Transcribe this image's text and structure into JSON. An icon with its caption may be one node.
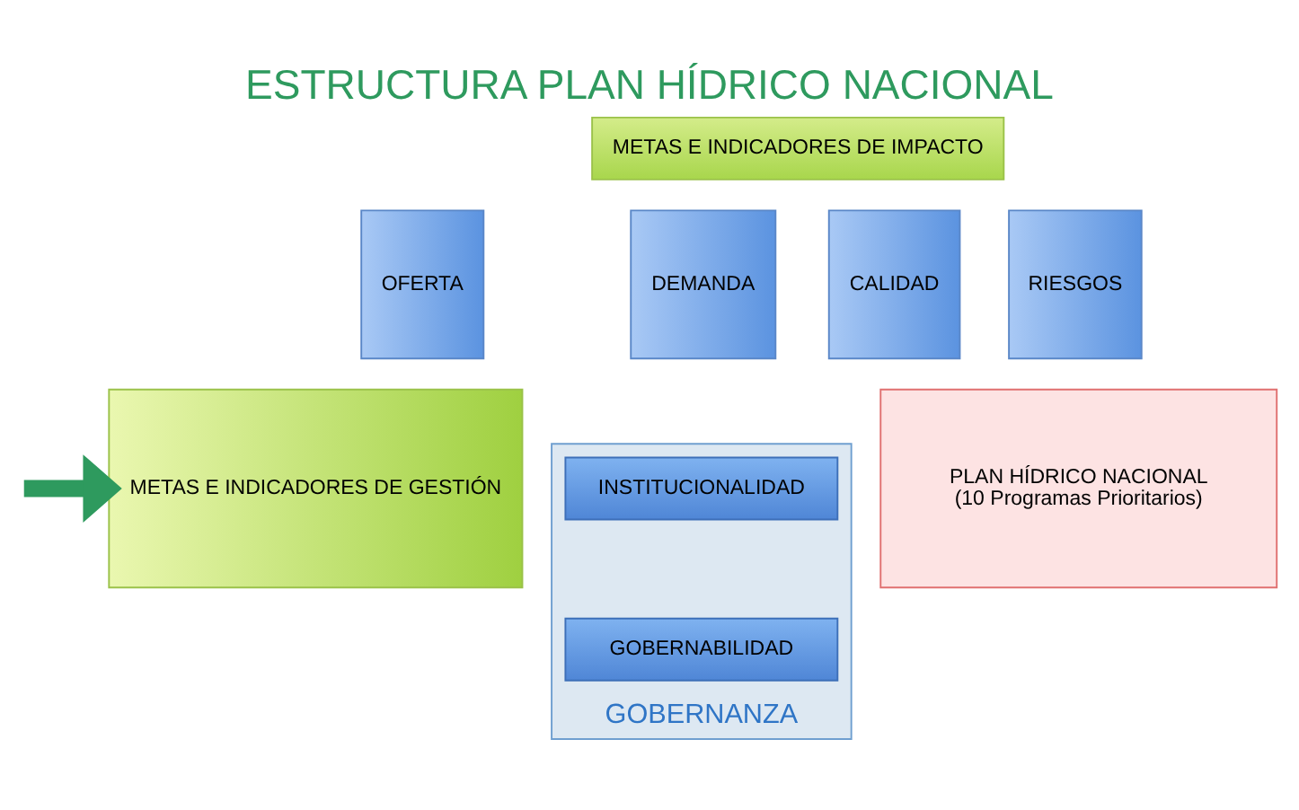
{
  "diagram": {
    "title": "ESTRUCTURA PLAN HÍDRICO NACIONAL",
    "nodes": [
      {
        "text": [
          "METAS E INDICADORES DE IMPACTO"
        ]
      },
      {
        "text": [
          "OFERTA"
        ]
      },
      {
        "text": [
          "DEMANDA"
        ]
      },
      {
        "text": [
          "CALIDAD"
        ]
      },
      {
        "text": [
          "RIESGOS"
        ]
      },
      {
        "text": [
          "METAS E INDICADORES DE GESTIÓN"
        ]
      },
      {
        "text": [
          "GOBERNANZA"
        ]
      },
      {
        "text": [
          "INSTITUCIONALIDAD"
        ],
        "in": 6
      },
      {
        "text": [
          "GOBERNABILIDAD"
        ],
        "in": 6
      },
      {
        "text": [
          "PLAN HÍDRICO NACIONAL",
          "(10 Programas Prioritarios)"
        ]
      }
    ],
    "edges": [
      {
        "from": null,
        "to": 5,
        "arrow": "to"
      }
    ]
  }
}
